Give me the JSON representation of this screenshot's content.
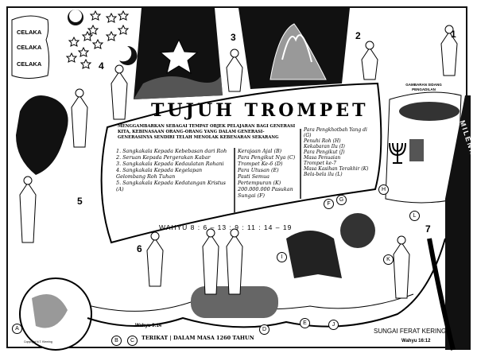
{
  "chart": {
    "title": "TUJUH TROMPET",
    "subtitle": "MENGGAMBARKAN SEBAGAI TEMPAT OBJEK PELAJARAN BAGI GENERASI KITA, KEBINASAAN ORANG-ORANG YANG DALAM GENERASI-GENERASINYA SENDIRI TELAH MENOLAK KEBENARAN SEKARANG",
    "column1": [
      "1. Sangkakala Kepada Kebebasan dari Roh",
      "2. Seruan Kepada Pergerakan Kabar",
      "3. Sangkakala Kepada Kedaulatan Rohani",
      "4. Sangkakala Kepada Kegelapan Gelombang Roh Tuhan",
      "5. Sangkakala Kepada Kedatangan Kristus (A)"
    ],
    "column2": [
      "Kerajaan Ajal (B)",
      "Para Pengikut Nya (C)",
      "Trompet Ke-6 (D)",
      "Para Utusan (E)",
      "Pasti Semua Pertempuran (K)",
      "200.000.000 Pasukan",
      "Sungai (F)"
    ],
    "column3": [
      "Para Pengkhotbah Yang di (G)",
      "Penuhi Roh (H)",
      "Kekabaran Ilu (I)",
      "Para Pengikut (J)",
      "Masa Penuaian",
      "Trompet ke-7",
      "Masa Kasihan Terakhir (K)",
      "Bela-bela ilu (L)"
    ],
    "reference": "WAHYU 8 : 6 – 13 : 9 : 11 : 14 – 19"
  },
  "celaka": [
    "CELAKA",
    "CELAKA",
    "CELAKA"
  ],
  "trumpet_numbers": [
    "1",
    "2",
    "3",
    "4",
    "5",
    "6",
    "7"
  ],
  "markers": [
    "A",
    "B",
    "C",
    "D",
    "E",
    "F",
    "G",
    "H",
    "I",
    "J",
    "K",
    "L"
  ],
  "millennium": "MILENNIUM",
  "judgment_label": "GAMBARAN SIDANG PENGADILAN",
  "bottom": {
    "ref1": "Wahyu 9:14",
    "bound": "TERIKAT | DALAM MASA 1260 TAHUN",
    "river": "SUNGAI FERAT KERING",
    "ref2": "Wahyu 16:12",
    "copyright": "Copyright N.T. Kleming"
  }
}
